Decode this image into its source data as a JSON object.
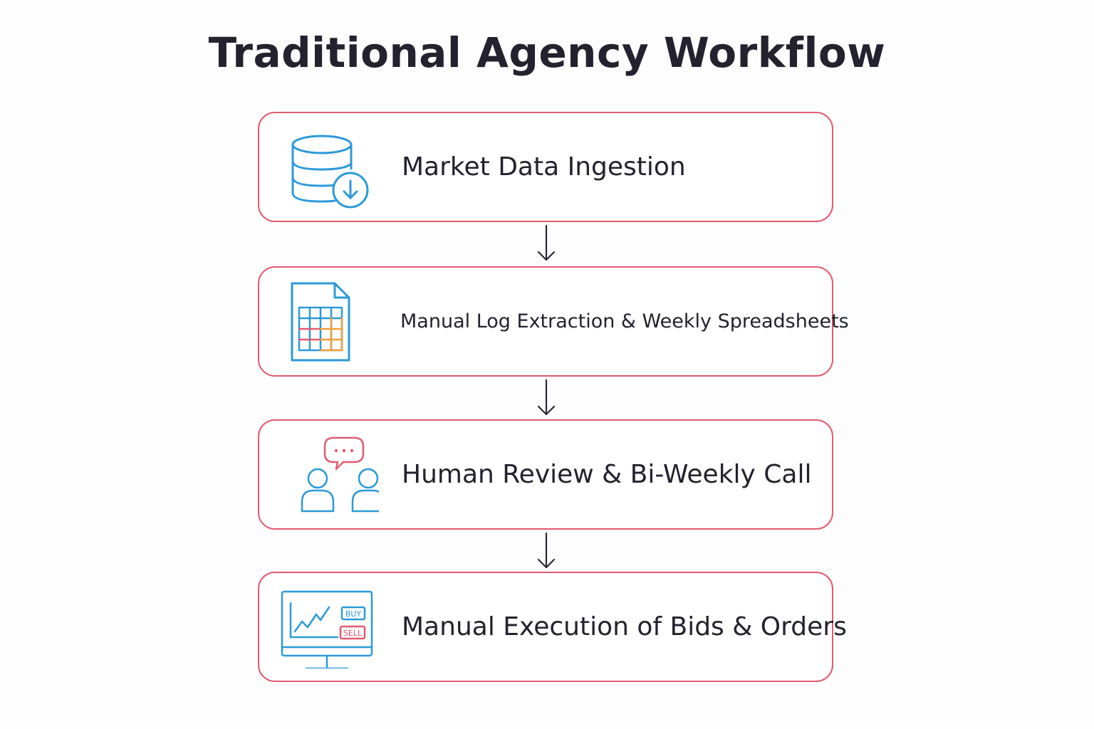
{
  "title": "Traditional Agency Workflow",
  "steps": [
    {
      "label": "Market Data Ingestion",
      "icon": "database-download-icon"
    },
    {
      "label": "Manual Log Extraction & Weekly Spreadsheets",
      "icon": "spreadsheet-icon"
    },
    {
      "label": "Human Review & Bi-Weekly Call",
      "icon": "people-chat-icon"
    },
    {
      "label": "Manual Execution of Bids & Orders",
      "icon": "trading-monitor-icon"
    }
  ],
  "icon_labels": {
    "buy": "BUY",
    "sell": "SELL"
  },
  "colors": {
    "border": "#e35a6e",
    "icon_blue": "#2b9ad8",
    "icon_red": "#e35a6e",
    "icon_orange": "#f0a03a",
    "arrow": "#2a2a35",
    "text": "#23222e"
  }
}
